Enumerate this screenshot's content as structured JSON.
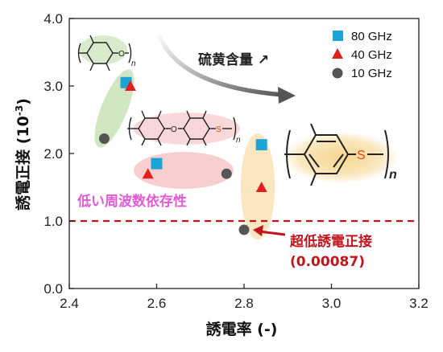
{
  "chart_data": {
    "type": "scatter",
    "xlabel": "誘電率 (-)",
    "ylabel_main": "誘電正接 (10",
    "ylabel_sup": "-3",
    "ylabel_end": ")",
    "xlim": [
      2.4,
      3.2
    ],
    "ylim": [
      0.0,
      4.0
    ],
    "x_ticks": [
      "2.4",
      "2.6",
      "2.8",
      "3.0",
      "3.2"
    ],
    "y_ticks": [
      "0.0",
      "1.0",
      "2.0",
      "3.0",
      "4.0"
    ],
    "grid": false,
    "legend_position": "top-right",
    "series": [
      {
        "name": "80 GHz",
        "marker": "square",
        "color": "#1ca3d8",
        "points": [
          [
            2.53,
            3.05
          ],
          [
            2.6,
            1.85
          ],
          [
            2.84,
            2.13
          ]
        ]
      },
      {
        "name": "40 GHz",
        "marker": "triangle",
        "color": "#e0201c",
        "points": [
          [
            2.54,
            3.0
          ],
          [
            2.58,
            1.7
          ],
          [
            2.84,
            1.5
          ]
        ]
      },
      {
        "name": "10 GHz",
        "marker": "circle",
        "color": "#555555",
        "points": [
          [
            2.48,
            2.22
          ],
          [
            2.76,
            1.7
          ],
          [
            2.8,
            0.87
          ]
        ]
      }
    ],
    "threshold": {
      "y": 1.0,
      "color": "#c3141e"
    },
    "groups": [
      {
        "color": "#a9d38f"
      },
      {
        "color": "#f3a6a8"
      },
      {
        "color": "#f6d48a"
      }
    ],
    "annotations": {
      "trend_label": "硫黄含量 ↗",
      "low_freq_dependence": "低い周波数依存性",
      "ultra_low_label": "超低誘電正接",
      "ultra_low_value": "(0.00087)",
      "n_label": "n",
      "o_label": "O",
      "s_label": "S"
    },
    "colors": {
      "pink_text": "#e05ad4",
      "red_text": "#c3141e",
      "sulfur": "#e64513",
      "axis": "#222222"
    }
  }
}
